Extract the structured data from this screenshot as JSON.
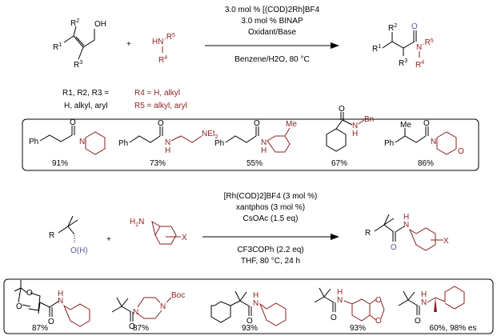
{
  "colors": {
    "amine": "#8b1f1f",
    "oxygen": "#5a5a9e",
    "text": "#000000"
  },
  "reaction1": {
    "conditions_above": [
      "3.0 mol % [(COD)2Rh]BF4",
      "3.0 mol % BINAP",
      "Oxidant/Base"
    ],
    "conditions_below": "Benzene/H2O, 80 °C",
    "substituents_left": [
      "R1, R2, R3 =",
      "H, alkyl, aryl"
    ],
    "substituents_right": [
      "R4 = H, alkyl",
      "R5 = alkyl, aryl"
    ],
    "yields": [
      "91%",
      "73%",
      "55%",
      "67%",
      "86%"
    ]
  },
  "reaction2": {
    "conditions_above": [
      "[Rh(COD)2]BF4 (3 mol %)",
      "xantphos (3 mol %)",
      "CsOAc (1.5 eq)"
    ],
    "conditions_below": [
      "CF3COPh (2.2 eq)",
      "THF, 80 °C, 24 h"
    ],
    "yields": [
      "87%",
      "87%",
      "93%",
      "93%",
      "60%, 98% es"
    ]
  }
}
